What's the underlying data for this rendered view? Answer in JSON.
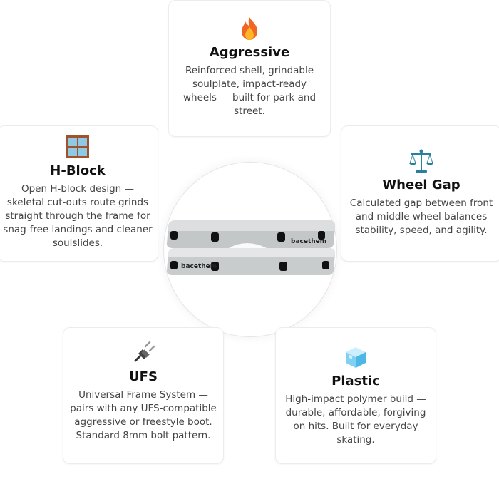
{
  "center_image": {
    "brand_label": "bacethem"
  },
  "cards": {
    "aggressive": {
      "icon": "fire-icon",
      "title": "Aggressive",
      "text": "Reinforced shell, grindable soulplate, impact-ready wheels — built for park and street."
    },
    "hblock": {
      "icon": "window-icon",
      "title": "H-Block",
      "text": "Open H-block design — skeletal cut-outs route grinds straight through the frame for snag-free landings and cleaner soulslides."
    },
    "wheelgap": {
      "icon": "balance-scale-icon",
      "title": "Wheel Gap",
      "text": "Calculated gap between front and middle wheel balances stability, speed, and agility."
    },
    "ufs": {
      "icon": "plug-icon",
      "title": "UFS",
      "text": "Universal Frame System — pairs with any UFS-compatible aggressive or freestyle boot. Standard 8mm bolt pattern."
    },
    "plastic": {
      "icon": "ice-cube-icon",
      "title": "Plastic",
      "text": "High-impact polymer build — durable, affordable, forgiving on hits. Built for everyday skating."
    }
  },
  "colors": {
    "card_border": "#ececec",
    "title": "#111111",
    "body_text": "#444444",
    "frame": "#c9cccd",
    "frame_highlight": "#e4e6e7"
  }
}
